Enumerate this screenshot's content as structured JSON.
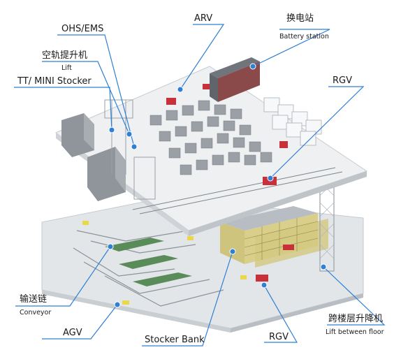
{
  "labels": {
    "ohs_ems": "OHS/EMS",
    "arv": "ARV",
    "battery_cn": "换电站",
    "battery_en": "Battery station",
    "lift_cn": "空轨提升机",
    "lift_en": "Lift",
    "tt_mini": "TT/ MINI Stocker",
    "rgv_top": "RGV",
    "conveyor_cn": "输送链",
    "conveyor_en": "Conveyor",
    "agv": "AGV",
    "stocker_bank": "Stocker Bank",
    "rgv_bottom": "RGV",
    "floor_lift_cn": "跨楼层升降机",
    "floor_lift_en": "Lift between floor"
  },
  "colors": {
    "accent": "#2f7fd4",
    "floor_upper": "#eef0f2",
    "floor_lower": "#e3e6e9",
    "machine": "#9aa0a6",
    "rack": "#d9cf8a",
    "vehicle_red": "#c8303a"
  }
}
